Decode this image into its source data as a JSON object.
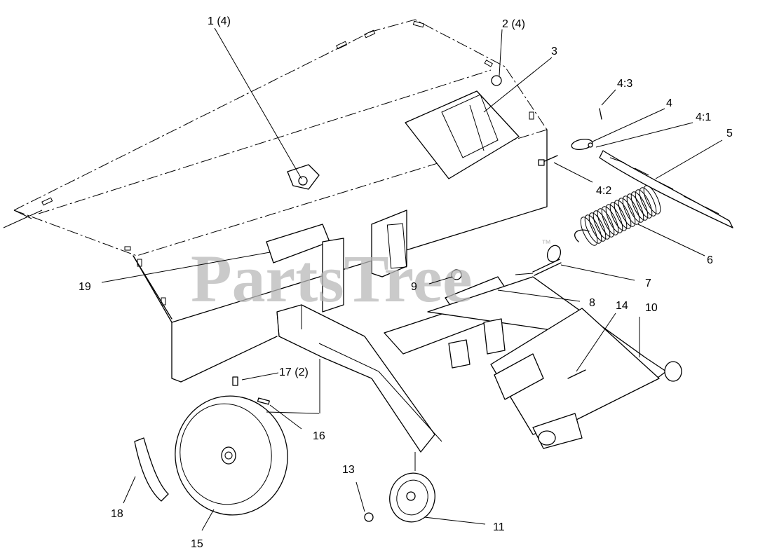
{
  "watermark": {
    "text": "PartsTree",
    "tm": "™"
  },
  "callouts": [
    {
      "id": "c1",
      "text": "1 (4)"
    },
    {
      "id": "c2",
      "text": "2 (4)"
    },
    {
      "id": "c3",
      "text": "3"
    },
    {
      "id": "c4_3",
      "text": "4:3"
    },
    {
      "id": "c4",
      "text": "4"
    },
    {
      "id": "c4_1",
      "text": "4:1"
    },
    {
      "id": "c5",
      "text": "5"
    },
    {
      "id": "c4_2",
      "text": "4:2"
    },
    {
      "id": "c6",
      "text": "6"
    },
    {
      "id": "c7",
      "text": "7"
    },
    {
      "id": "c8",
      "text": "8"
    },
    {
      "id": "c9",
      "text": "9"
    },
    {
      "id": "c14",
      "text": "14"
    },
    {
      "id": "c10",
      "text": "10"
    },
    {
      "id": "c19",
      "text": "19"
    },
    {
      "id": "c17",
      "text": "17 (2)"
    },
    {
      "id": "c16",
      "text": "16"
    },
    {
      "id": "c13",
      "text": "13"
    },
    {
      "id": "c18",
      "text": "18"
    },
    {
      "id": "c15",
      "text": "15"
    },
    {
      "id": "c11",
      "text": "11"
    }
  ]
}
